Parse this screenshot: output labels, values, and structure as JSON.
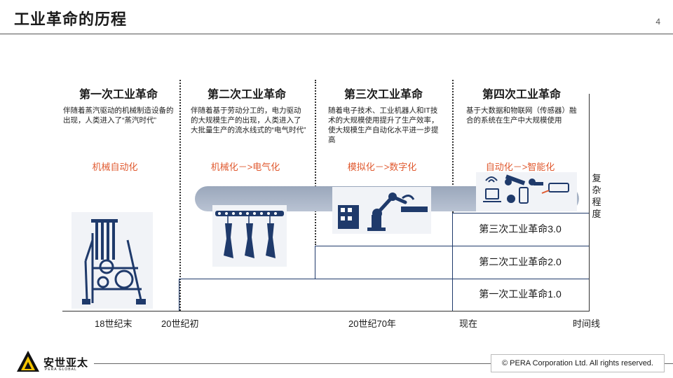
{
  "page": {
    "title": "工业革命的历程",
    "page_number": "4"
  },
  "columns": [
    {
      "heading": "第一次工业革命",
      "desc": "伴随着蒸汽驱动的机械制造设备的出现，人类进入了“蒸汽时代”",
      "label": "机械自动化",
      "image_icon": "textile-machine-icon"
    },
    {
      "heading": "第二次工业革命",
      "desc": "伴随着基于劳动分工的，电力驱动的大规模生产的出现，人类进入了大批量生产的流水线式的“电气时代”",
      "label": "机械化－>电气化",
      "image_icon": "assembly-line-icon"
    },
    {
      "heading": "第三次工业革命",
      "desc": "随着电子技术、工业机器人和IT技术的大规模使用提升了生产效率，使大规模生产自动化水平进一步提高",
      "label": "模拟化－>数字化",
      "image_icon": "robot-arm-icon"
    },
    {
      "heading": "第四次工业革命",
      "desc": "基于大数据和物联网（传感器）融合的系统在生产中大规模使用",
      "label": "自动化－>智能化",
      "image_icon": "iot-devices-icon"
    }
  ],
  "levels": [
    "第三次工业革命3.0",
    "第二次工业革命2.0",
    "第一次工业革命1.0"
  ],
  "y_axis_label": [
    "复",
    "杂",
    "程",
    "度"
  ],
  "x_axis": {
    "ticks": [
      "18世纪末",
      "20世纪初",
      "20世纪70年",
      "现在"
    ],
    "end_label": "时间线"
  },
  "footer": {
    "logo_text": "安世亚太",
    "logo_sub": "PERA GLOBAL",
    "copyright": "© PERA Corporation Ltd. All rights reserved."
  },
  "colors": {
    "accent_label": "#e05a30",
    "icon_blue": "#1f3a6b",
    "band": "#9aa7bb"
  }
}
